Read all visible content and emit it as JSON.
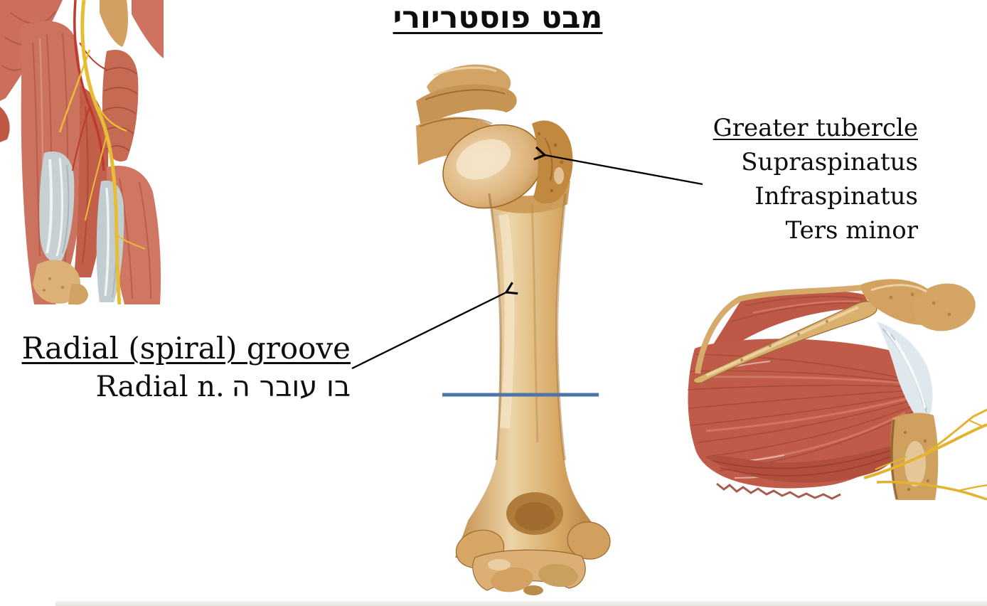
{
  "slide": {
    "title": "מבט פוסטריורי",
    "greater_tubercle": {
      "heading": "Greater tubercle",
      "items": [
        "Supraspinatus",
        "Infraspinatus",
        "Ters minor"
      ]
    },
    "radial_groove": {
      "heading": "Radial (spiral) groove",
      "note_rtl": "בו עובר ה",
      "note_ltr": "Radial n."
    },
    "colors": {
      "text": "#0d0d0d",
      "background": "#ffffff",
      "cut_line_blue": "#4e74a8",
      "arrow_black": "#000000",
      "bone_tan": "#d5a364",
      "muscle_red": "#c05b49",
      "nerve_yellow": "#e2b32e",
      "tendon_gray": "#dfe8ec",
      "bottom_strip_gray": "#e9e8e4"
    }
  }
}
